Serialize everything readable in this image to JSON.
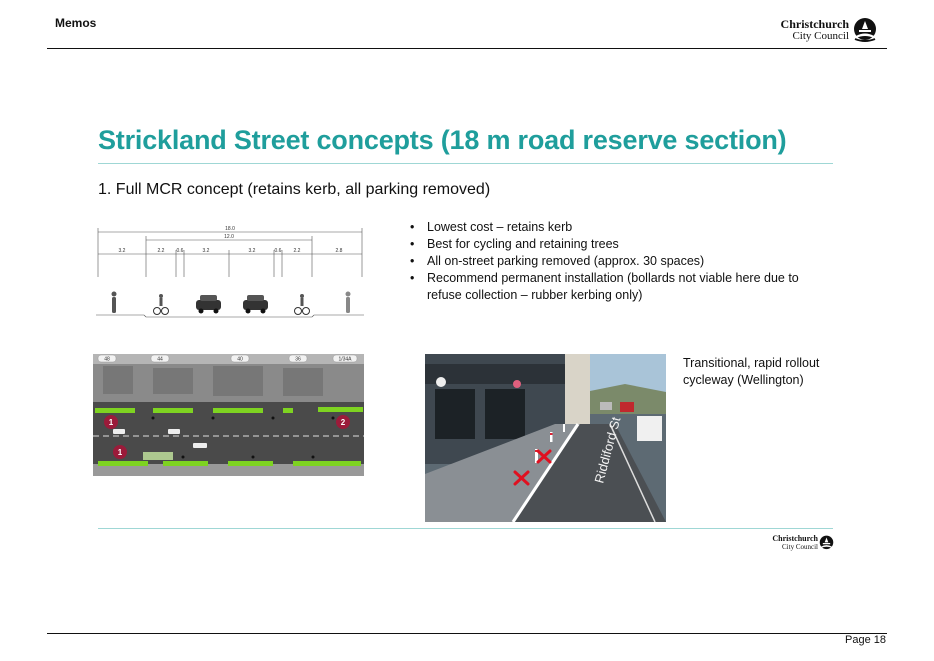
{
  "header": {
    "section_label": "Memos",
    "logo_line1": "Christchurch",
    "logo_line2": "City Council"
  },
  "slide": {
    "title": "Strickland Street concepts (18 m road reserve section)",
    "subtitle": "1. Full MCR concept (retains kerb, all parking removed)",
    "bullets": [
      "Lowest cost – retains kerb",
      "Best for cycling and retaining trees",
      "All on-street parking removed (approx. 30 spaces)",
      "Recommend permanent installation (bollards not viable here due to refuse collection – rubber kerbing only)"
    ],
    "section_dims": {
      "total": "18.0",
      "inner": "12.0",
      "segments": [
        "3.2",
        "2.2",
        "0.6",
        "3.2",
        "3.2",
        "0.6",
        "2.2",
        "2.8"
      ]
    },
    "plan": {
      "lot_numbers": [
        "48",
        "44",
        "40",
        "36",
        "1/34A"
      ],
      "markers": [
        "1",
        "2",
        "1"
      ]
    },
    "photo": {
      "street_label": "Riddiford St"
    },
    "caption": "Transitional, rapid rollout cycleway (Wellington)",
    "footer_logo_line1": "Christchurch",
    "footer_logo_line2": "City Council"
  },
  "footer": {
    "page": "Page 18"
  },
  "colors": {
    "title_teal": "#1f9e9c",
    "rule_teal": "#9fd7d5",
    "marker_maroon": "#9b1b3a",
    "cycle_green": "#7ed321"
  }
}
